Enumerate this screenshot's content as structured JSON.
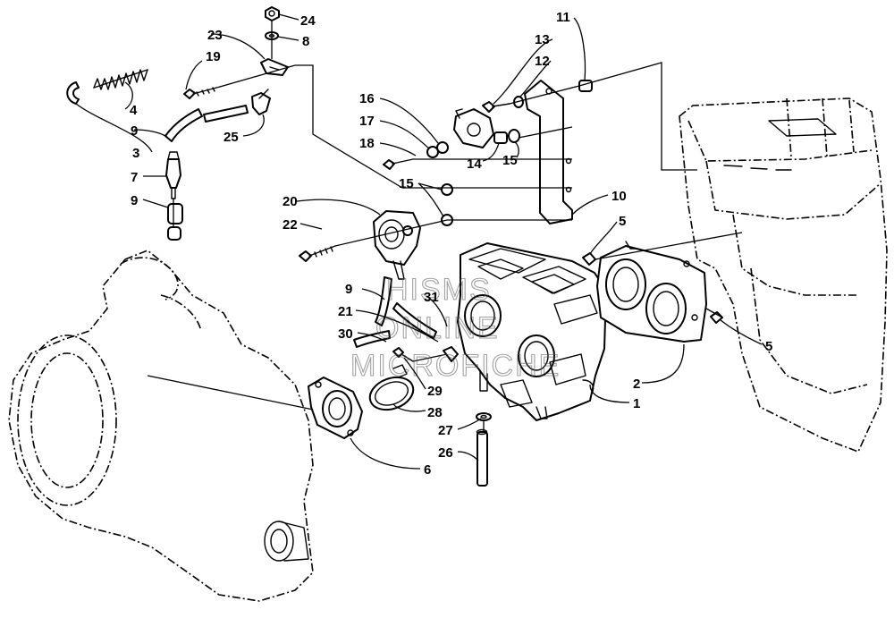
{
  "watermark": {
    "line1": "HISMS",
    "line2": "ONLINE",
    "line3": "MICROFICHE"
  },
  "callouts": [
    {
      "id": "c1",
      "label": "1"
    },
    {
      "id": "c2",
      "label": "2"
    },
    {
      "id": "c3",
      "label": "3"
    },
    {
      "id": "c4",
      "label": "4"
    },
    {
      "id": "c5a",
      "label": "5"
    },
    {
      "id": "c5b",
      "label": "5"
    },
    {
      "id": "c6",
      "label": "6"
    },
    {
      "id": "c7",
      "label": "7"
    },
    {
      "id": "c8",
      "label": "8"
    },
    {
      "id": "c9a",
      "label": "9"
    },
    {
      "id": "c9b",
      "label": "9"
    },
    {
      "id": "c9c",
      "label": "9"
    },
    {
      "id": "c10",
      "label": "10"
    },
    {
      "id": "c11",
      "label": "11"
    },
    {
      "id": "c12",
      "label": "12"
    },
    {
      "id": "c13",
      "label": "13"
    },
    {
      "id": "c14",
      "label": "14"
    },
    {
      "id": "c15a",
      "label": "15"
    },
    {
      "id": "c15b",
      "label": "15"
    },
    {
      "id": "c16",
      "label": "16"
    },
    {
      "id": "c17",
      "label": "17"
    },
    {
      "id": "c18",
      "label": "18"
    },
    {
      "id": "c19",
      "label": "19"
    },
    {
      "id": "c20",
      "label": "20"
    },
    {
      "id": "c21",
      "label": "21"
    },
    {
      "id": "c22",
      "label": "22"
    },
    {
      "id": "c23",
      "label": "23"
    },
    {
      "id": "c24",
      "label": "24"
    },
    {
      "id": "c25",
      "label": "25"
    },
    {
      "id": "c26",
      "label": "26"
    },
    {
      "id": "c27",
      "label": "27"
    },
    {
      "id": "c28",
      "label": "28"
    },
    {
      "id": "c29",
      "label": "29"
    },
    {
      "id": "c30",
      "label": "30"
    },
    {
      "id": "c31",
      "label": "31"
    }
  ]
}
